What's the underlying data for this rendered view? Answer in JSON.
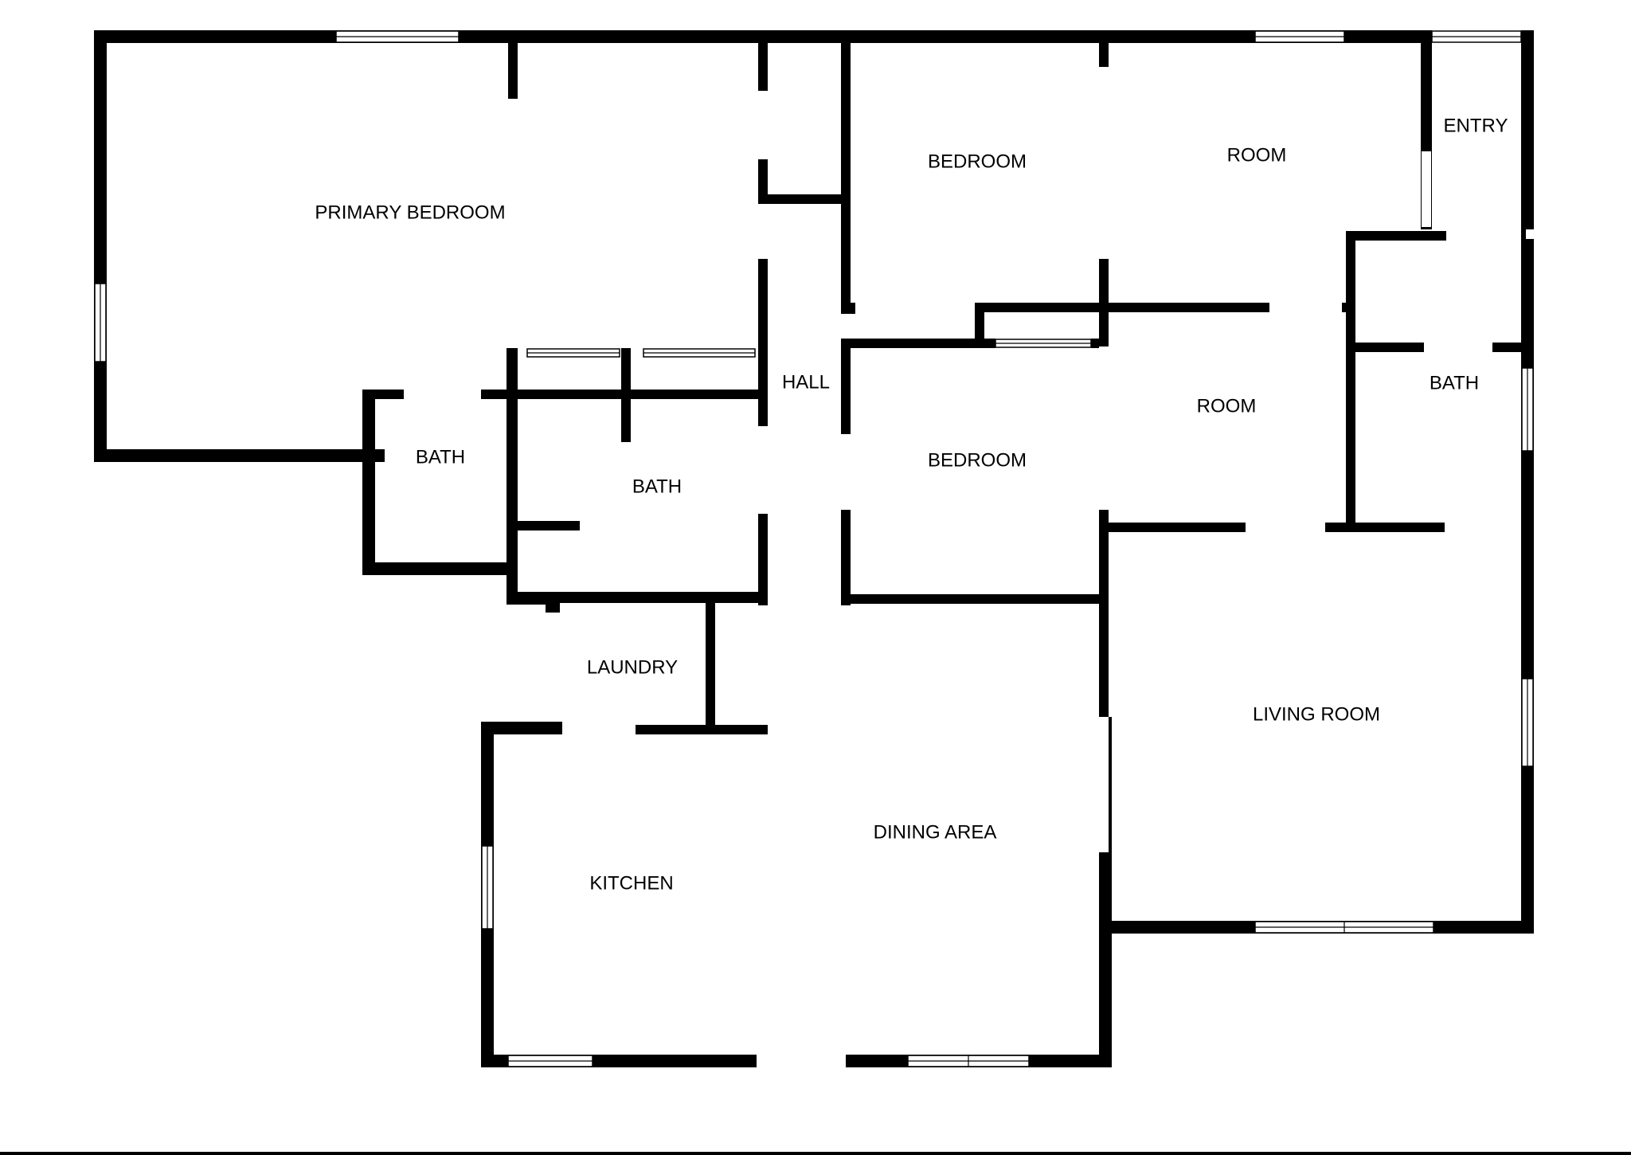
{
  "rooms": {
    "primary_bedroom": "PRIMARY BEDROOM",
    "bath_primary": "BATH",
    "bath_hall": "BATH",
    "hall": "HALL",
    "bedroom_1": "BEDROOM",
    "bedroom_2": "BEDROOM",
    "room_upper": "ROOM",
    "room_lower": "ROOM",
    "entry": "ENTRY",
    "bath_entry": "BATH",
    "laundry": "LAUNDRY",
    "kitchen": "KITCHEN",
    "dining_area": "DINING AREA",
    "living_room": "LIVING ROOM"
  }
}
